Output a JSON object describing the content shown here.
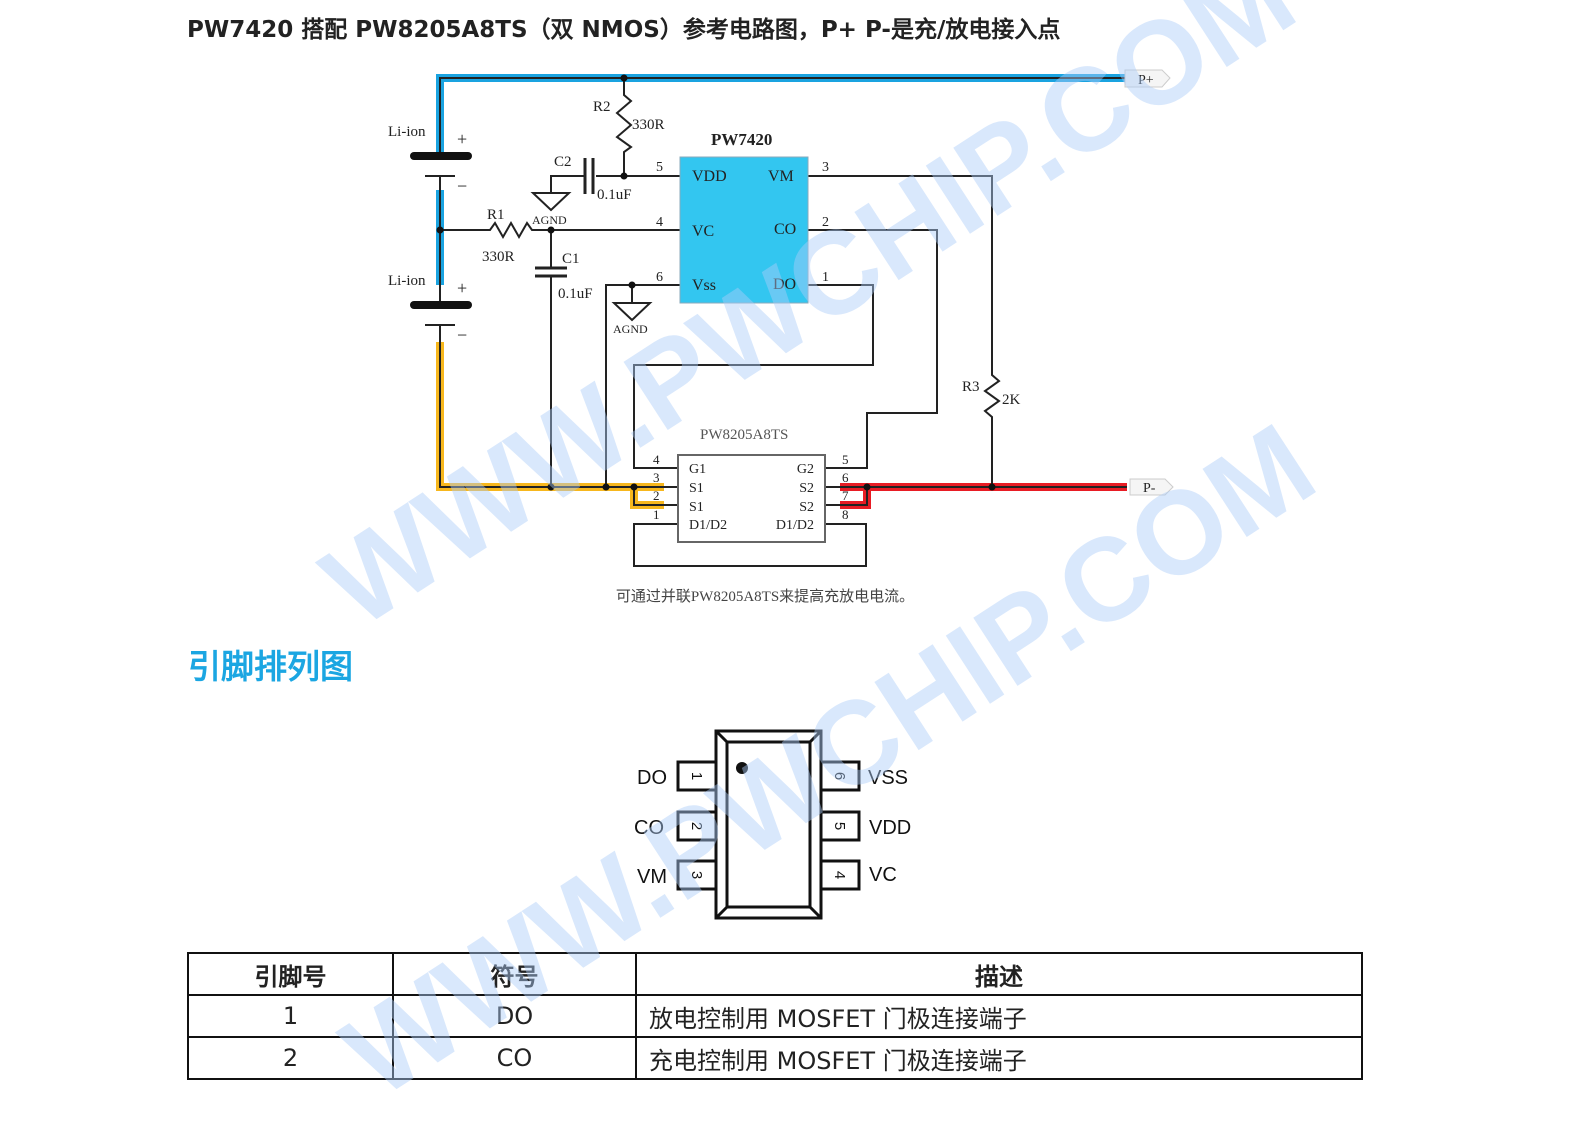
{
  "title": "PW7420 搭配 PW8205A8TS（双 NMOS）参考电路图，P+ P-是充/放电接入点",
  "circuit": {
    "battery_label": "Li-ion",
    "plus": "+",
    "minus": "−",
    "r1": {
      "name": "R1",
      "value": "330R"
    },
    "r2": {
      "name": "R2",
      "value": "330R"
    },
    "r3": {
      "name": "R3",
      "value": "2K"
    },
    "c1": {
      "name": "C1",
      "value": "0.1uF"
    },
    "c2": {
      "name": "C2",
      "value": "0.1uF"
    },
    "agnd": "AGND",
    "ic1": {
      "name": "PW7420",
      "pins": [
        {
          "num": "5",
          "label": "VDD"
        },
        {
          "num": "4",
          "label": "VC"
        },
        {
          "num": "6",
          "label": "Vss"
        },
        {
          "num": "3",
          "label": "VM"
        },
        {
          "num": "2",
          "label": "CO"
        },
        {
          "num": "1",
          "label": "DO"
        }
      ]
    },
    "ic2": {
      "name": "PW8205A8TS",
      "pins": [
        {
          "num": "4",
          "label": "G1"
        },
        {
          "num": "3",
          "label": "S1"
        },
        {
          "num": "2",
          "label": "S1"
        },
        {
          "num": "1",
          "label": "D1/D2"
        },
        {
          "num": "5",
          "label": "G2"
        },
        {
          "num": "6",
          "label": "S2"
        },
        {
          "num": "7",
          "label": "S2"
        },
        {
          "num": "8",
          "label": "D1/D2"
        }
      ]
    },
    "p_plus": "P+",
    "p_minus": "P-",
    "caption": "可通过并联PW8205A8TS来提高充放电电流。",
    "colors": {
      "positive": "#1aa3e0",
      "negative_batt": "#f7b71d",
      "p_minus": "#e81c24",
      "ic_fill": "#33c6f0"
    }
  },
  "pinout": {
    "heading": "引脚排列图",
    "left": [
      {
        "num": "1",
        "label": "DO"
      },
      {
        "num": "2",
        "label": "CO"
      },
      {
        "num": "3",
        "label": "VM"
      }
    ],
    "right": [
      {
        "num": "6",
        "label": "VSS"
      },
      {
        "num": "5",
        "label": "VDD"
      },
      {
        "num": "4",
        "label": "VC"
      }
    ]
  },
  "table": {
    "headers": [
      "引脚号",
      "符号",
      "描述"
    ],
    "rows": [
      [
        "1",
        "DO",
        "放电控制用 MOSFET 门极连接端子"
      ],
      [
        "2",
        "CO",
        "充电控制用 MOSFET 门极连接端子"
      ]
    ]
  },
  "watermark": "WWW.PWCHIP.COM"
}
